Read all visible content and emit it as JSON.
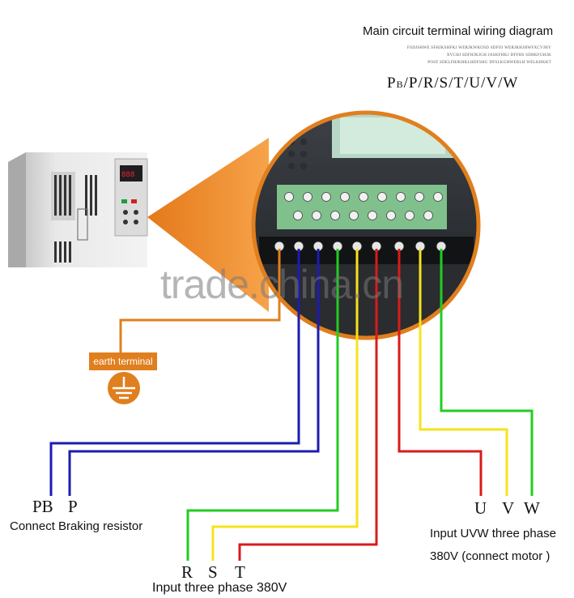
{
  "header": {
    "title": "Main circuit terminal wiring diagram",
    "fine_print": [
      "FSDJSHWE SFHJKSHFKJ WERJKWKOSD SDFIO WERJKHJHWFXCVJHY",
      "XVCHJ SDFHJKJGH JASKFHKJ DFFHS SDHKFGHJK",
      "POSF SDELFHJKHKLHDFSHG DFSLKGHWERLH WELKHKKT"
    ],
    "terminals_main": "P",
    "terminals_sub": "B",
    "terminals_rest": "/P/R/S/T/U/V/W"
  },
  "watermark": "trade.china.cn",
  "earth": {
    "label": "earth terminal"
  },
  "labels": {
    "pb": "PB",
    "p": "P",
    "braking": "Connect Braking resistor",
    "r": "R",
    "s": "S",
    "t": "T",
    "input_three_phase": "Input three phase 380V",
    "u": "U",
    "v": "V",
    "w": "W",
    "uvw_line1": "Input UVW three phase",
    "uvw_line2": "380V (connect motor )"
  },
  "colors": {
    "earth": "#e07f1e",
    "pb_p": "#1c1cb0",
    "green": "#22cc22",
    "yellow": "#f5e31c",
    "red": "#d81b1b"
  }
}
